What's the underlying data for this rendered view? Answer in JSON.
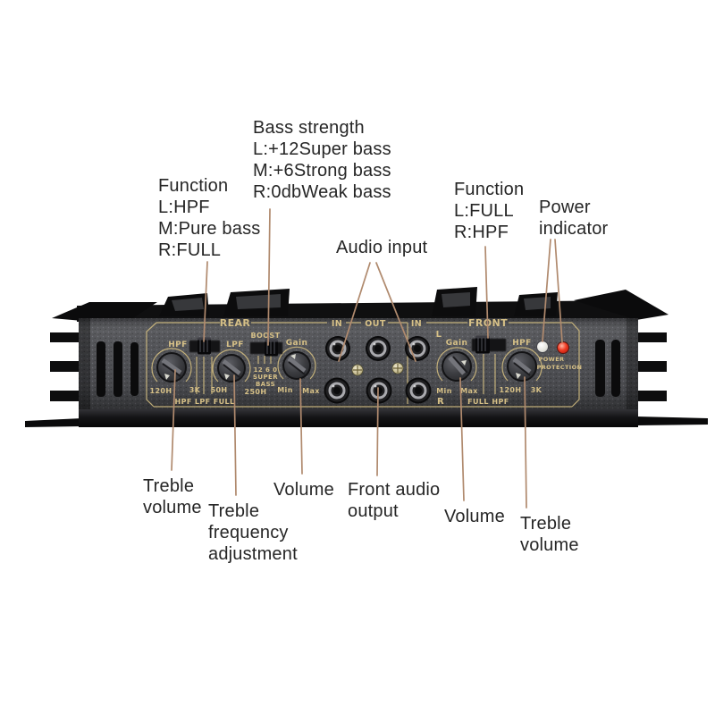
{
  "annotations": {
    "bass_strength": "Bass strength\nL:+12Super bass\nM:+6Strong bass\nR:0dbWeak bass",
    "function_rear": "Function\nL:HPF\nM:Pure bass\nR:FULL",
    "audio_input": "Audio input",
    "function_front": "Function\nL:FULL\nR:HPF",
    "power_indicator": "Power\nindicator",
    "treble_volume_rear": "Treble\nvolume",
    "treble_frequency": "Treble\nfrequency\nadjustment",
    "volume_rear": "Volume",
    "front_audio_output": "Front audio\noutput",
    "volume_front": "Volume",
    "treble_volume_front": "Treble\nvolume"
  },
  "panel": {
    "section_rear": "REAR",
    "jack_in_left": "IN",
    "jack_out": "OUT",
    "jack_in_right": "IN",
    "section_front": "FRONT",
    "rear_hpf": "HPF",
    "rear_knob1_min": "120H",
    "rear_knob1_max": "3K",
    "rear_switch_scale": "HPF LPF FULL",
    "rear_lpf": "LPF",
    "rear_knob2_min": "50H",
    "rear_knob2_max": "250H",
    "boost": "BOOST",
    "boost_scale": "12 6 0",
    "boost_word1": "SUPER",
    "boost_word2": "BASS",
    "rear_gain": "Gain",
    "rear_gain_min": "Min",
    "rear_gain_max": "Max",
    "front_l": "L",
    "front_r": "R",
    "front_gain": "Gain",
    "front_gain_min": "Min",
    "front_gain_max": "Max",
    "front_switch_full": "FULL",
    "front_switch_hpf": "HPF",
    "front_hpf": "HPF",
    "front_knob_min": "120H",
    "front_knob_max": "3K",
    "led_power_label": "POWER",
    "led_protection_label": "PROTECTION"
  },
  "colors": {
    "gold_text": "#d6c087",
    "gold_line": "#cdb87e",
    "leader_line": "#b08a6e",
    "annotation_text": "#262626",
    "panel_base": "#4d4e52",
    "chassis_black": "#0f0f10",
    "led_power": "#efefe8",
    "led_protection": "#e8281a"
  }
}
